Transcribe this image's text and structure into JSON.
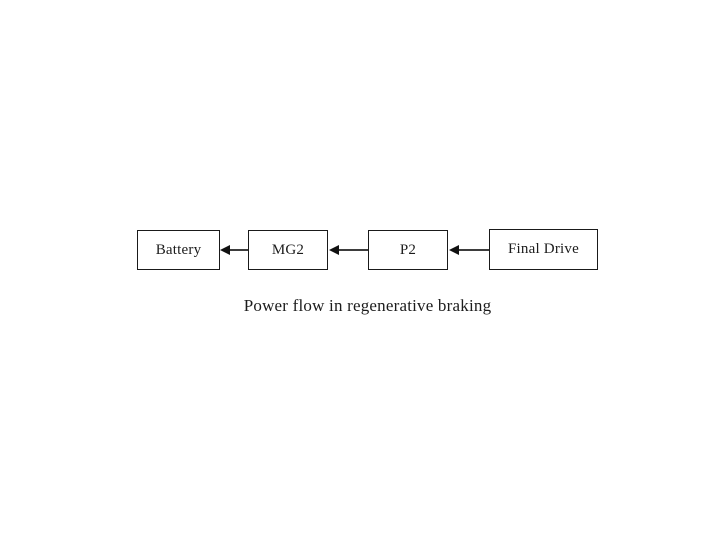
{
  "diagram": {
    "caption": "Power flow in regenerative braking",
    "flow_direction": "right-to-left",
    "nodes": [
      {
        "id": "battery",
        "label": "Battery"
      },
      {
        "id": "mg2",
        "label": "MG2"
      },
      {
        "id": "p2",
        "label": "P2"
      },
      {
        "id": "final-drive",
        "label": "Final Drive"
      }
    ],
    "arrows": [
      {
        "from": "MG2",
        "to": "Battery"
      },
      {
        "from": "P2",
        "to": "MG2"
      },
      {
        "from": "Final Drive",
        "to": "P2"
      }
    ],
    "colors": {
      "background": "#ffffff",
      "node_border": "#1a1a1a",
      "node_fill": "#ffffff",
      "text": "#1c1c1c",
      "arrow_line": "#3d3d3d",
      "arrow_head": "#111111"
    }
  }
}
